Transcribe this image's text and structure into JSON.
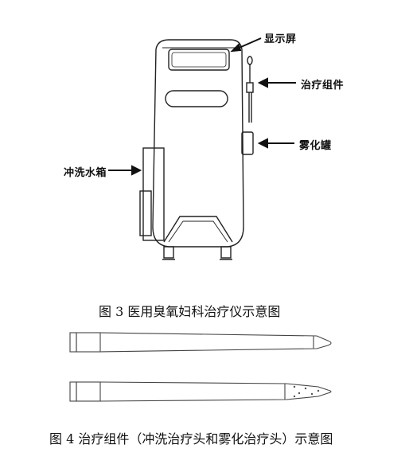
{
  "figure3": {
    "labels": {
      "display": "显示屏",
      "treatment": "治疗组件",
      "atomizer": "雾化罐",
      "tank": "冲洗水箱"
    },
    "caption": "图 3  医用臭氧妇科治疗仪示意图"
  },
  "figure4": {
    "caption": "图 4  治疗组件（冲洗治疗头和雾化治疗头）示意图"
  }
}
